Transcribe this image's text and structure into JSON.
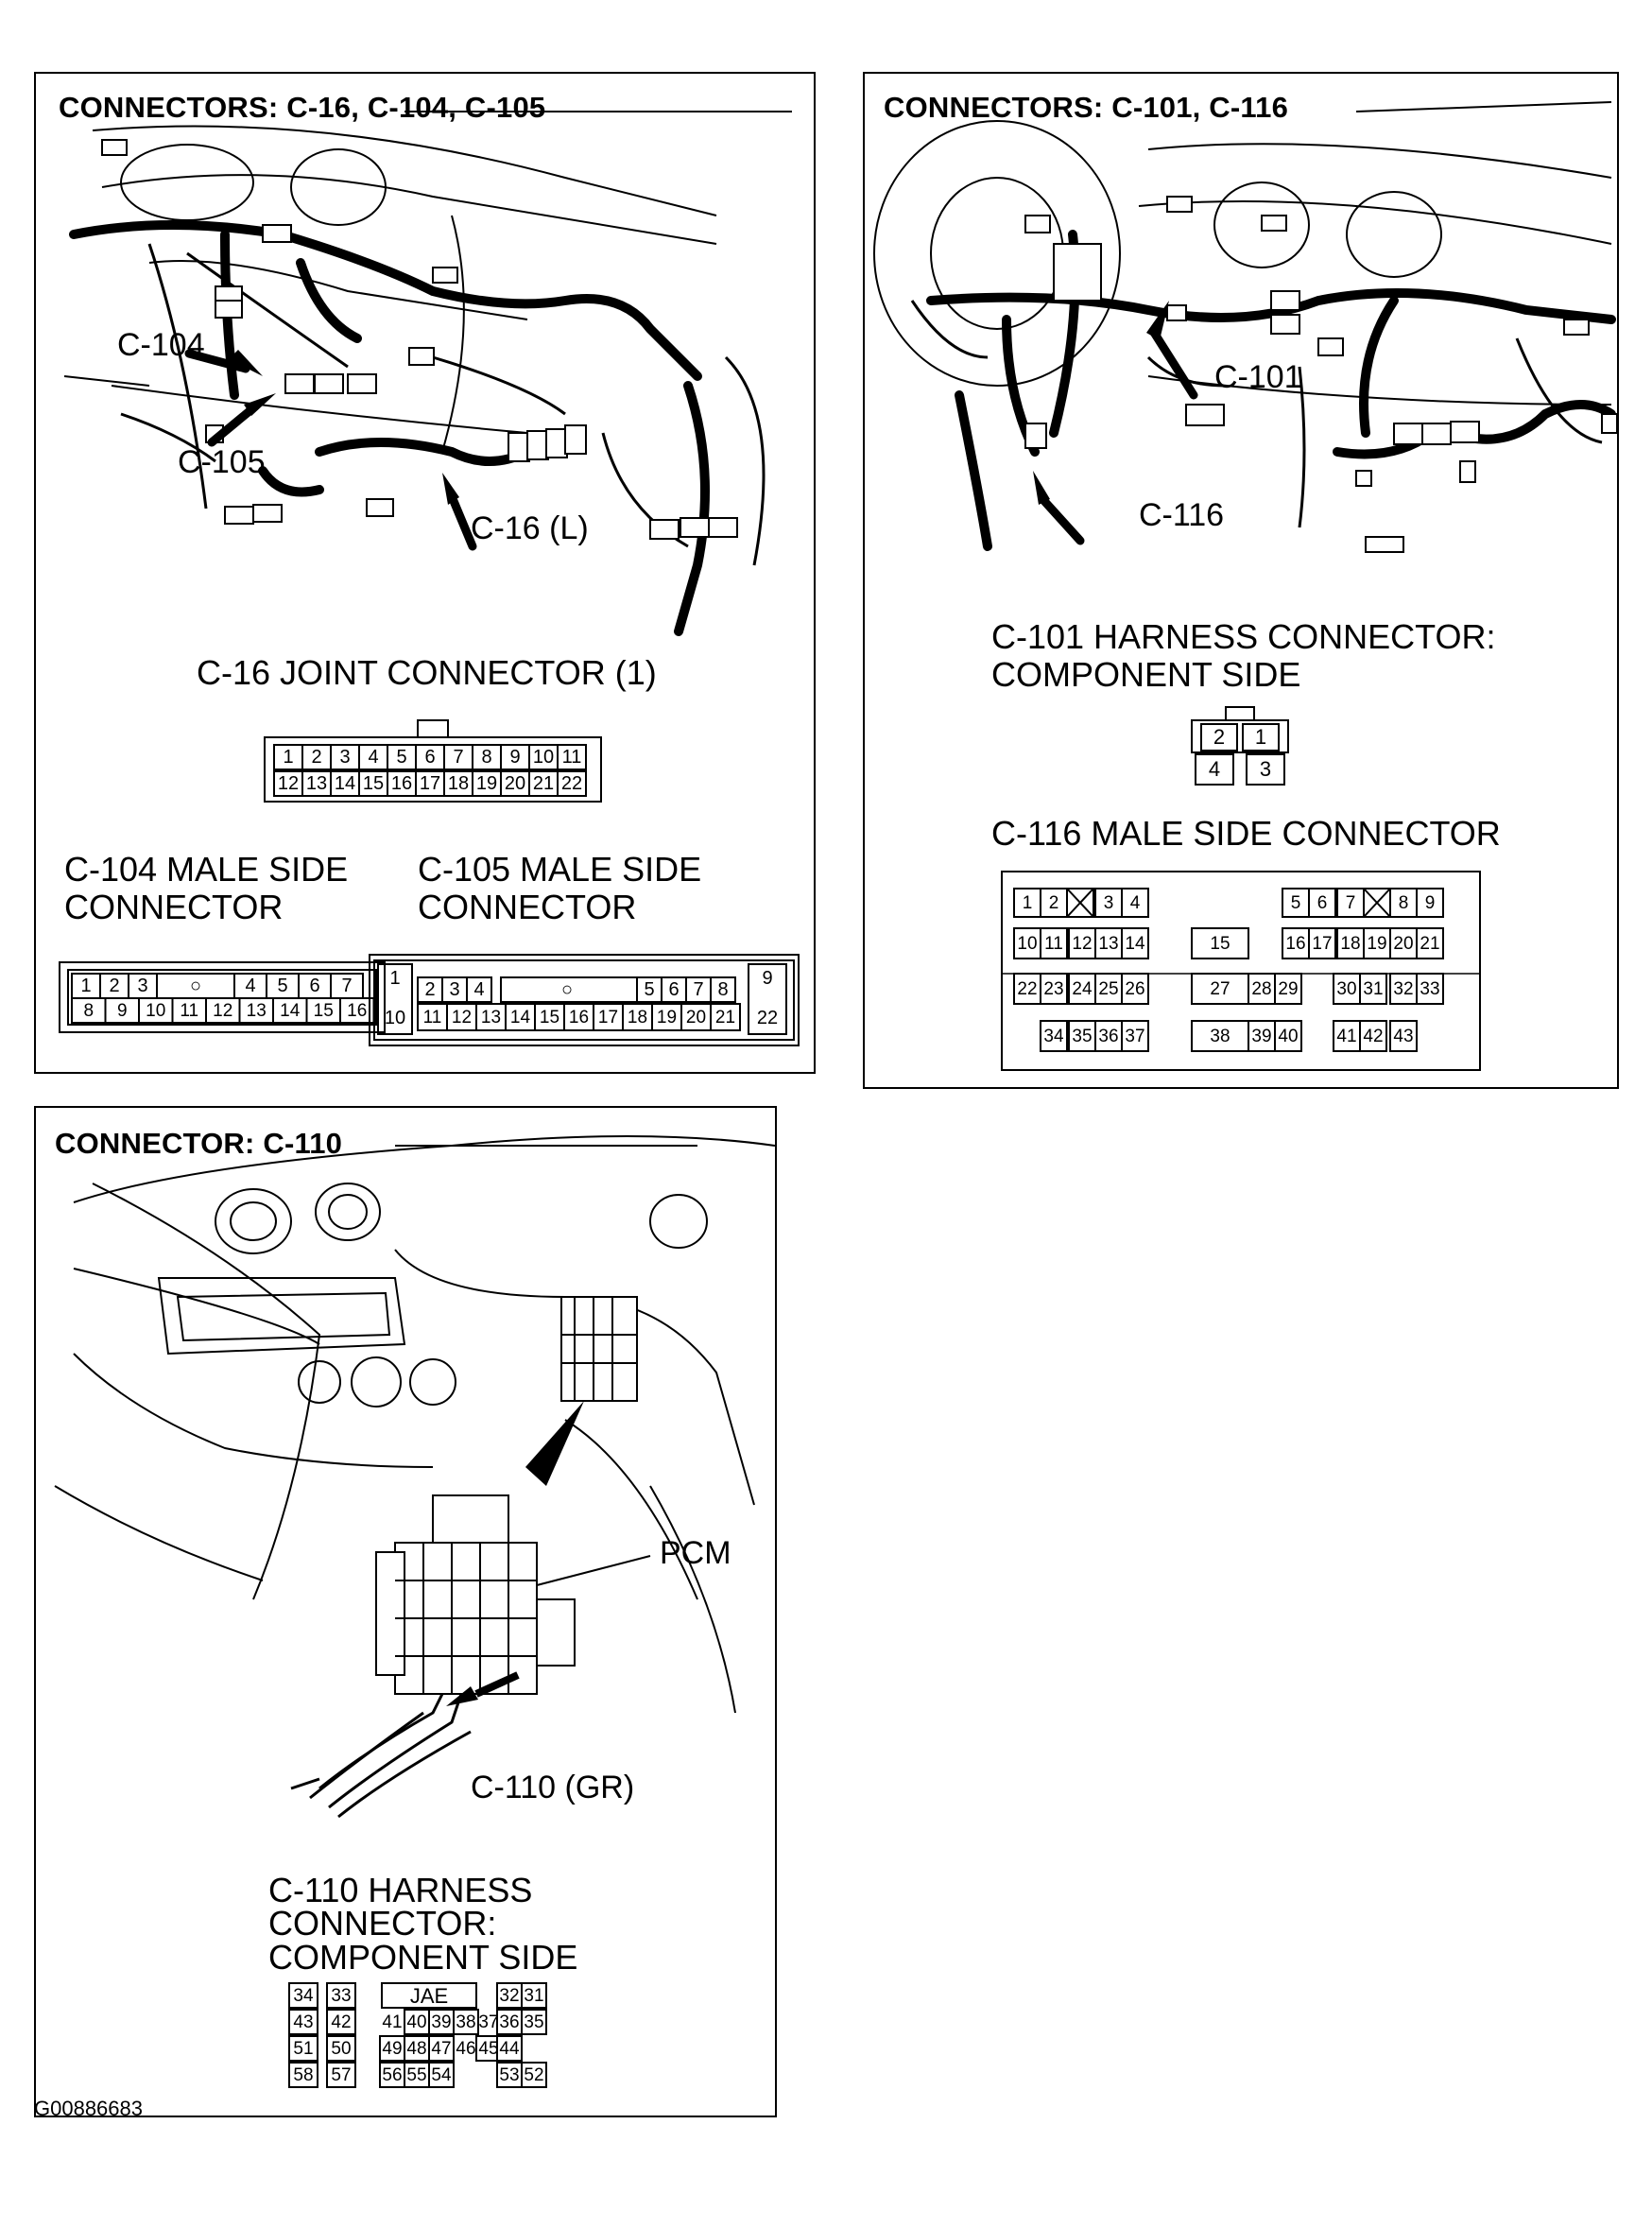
{
  "panels": {
    "p1": {
      "title": "CONNECTORS: C-16, C-104, C-105",
      "callouts": {
        "c104": "C-104",
        "c105": "C-105",
        "c16": "C-16 (L)"
      },
      "c16": {
        "label": "C-16 JOINT CONNECTOR (1)",
        "row1": [
          "1",
          "2",
          "3",
          "4",
          "5",
          "6",
          "7",
          "8",
          "9",
          "10",
          "11"
        ],
        "row2": [
          "12",
          "13",
          "14",
          "15",
          "16",
          "17",
          "18",
          "19",
          "20",
          "21",
          "22"
        ]
      },
      "c104": {
        "label": "C-104 MALE SIDE\nCONNECTOR",
        "row1": [
          "1",
          "2",
          "3",
          "○",
          "4",
          "5",
          "6",
          "7"
        ],
        "row2": [
          "8",
          "9",
          "10",
          "11",
          "12",
          "13",
          "14",
          "15",
          "16"
        ]
      },
      "c105": {
        "label": "C-105 MALE SIDE\nCONNECTOR",
        "row1": [
          "1",
          "2",
          "3",
          "4",
          "○",
          "5",
          "6",
          "7",
          "8",
          "9"
        ],
        "row2": [
          "10",
          "11",
          "12",
          "13",
          "14",
          "15",
          "16",
          "17",
          "18",
          "19",
          "20",
          "21",
          "22"
        ]
      }
    },
    "p2": {
      "title": "CONNECTORS: C-101, C-116",
      "callouts": {
        "c101": "C-101",
        "c116": "C-116"
      },
      "c101": {
        "label": "C-101 HARNESS CONNECTOR:\nCOMPONENT SIDE",
        "pins": [
          "2",
          "1",
          "4",
          "3"
        ]
      },
      "c116": {
        "label": "C-116 MALE SIDE CONNECTOR",
        "row1": [
          "1",
          "2",
          "3",
          "4",
          "5",
          "6",
          "7",
          "8",
          "9"
        ],
        "row2": [
          "10",
          "11",
          "12",
          "13",
          "14",
          "15",
          "16",
          "17",
          "18",
          "19",
          "20",
          "21"
        ],
        "row3": [
          "22",
          "23",
          "24",
          "25",
          "26",
          "27",
          "28",
          "29",
          "30",
          "31",
          "32",
          "33"
        ],
        "row4": [
          "34",
          "35",
          "36",
          "37",
          "38",
          "39",
          "40",
          "41",
          "42",
          "43"
        ]
      }
    },
    "p3": {
      "title": "CONNECTOR: C-110",
      "callouts": {
        "pcm": "PCM",
        "c110": "C-110 (GR)"
      },
      "c110": {
        "label": "C-110 HARNESS\nCONNECTOR:\nCOMPONENT SIDE",
        "brand": "JAE",
        "row1": [
          "34",
          "33",
          "32",
          "31"
        ],
        "row2": [
          "43",
          "42",
          "41",
          "40",
          "39",
          "38",
          "37",
          "36",
          "35"
        ],
        "row3": [
          "51",
          "50",
          "49",
          "48",
          "47",
          "46",
          "45",
          "44"
        ],
        "row4": [
          "58",
          "57",
          "56",
          "55",
          "54",
          "53",
          "52"
        ]
      }
    }
  },
  "footer_code": "G00886683"
}
